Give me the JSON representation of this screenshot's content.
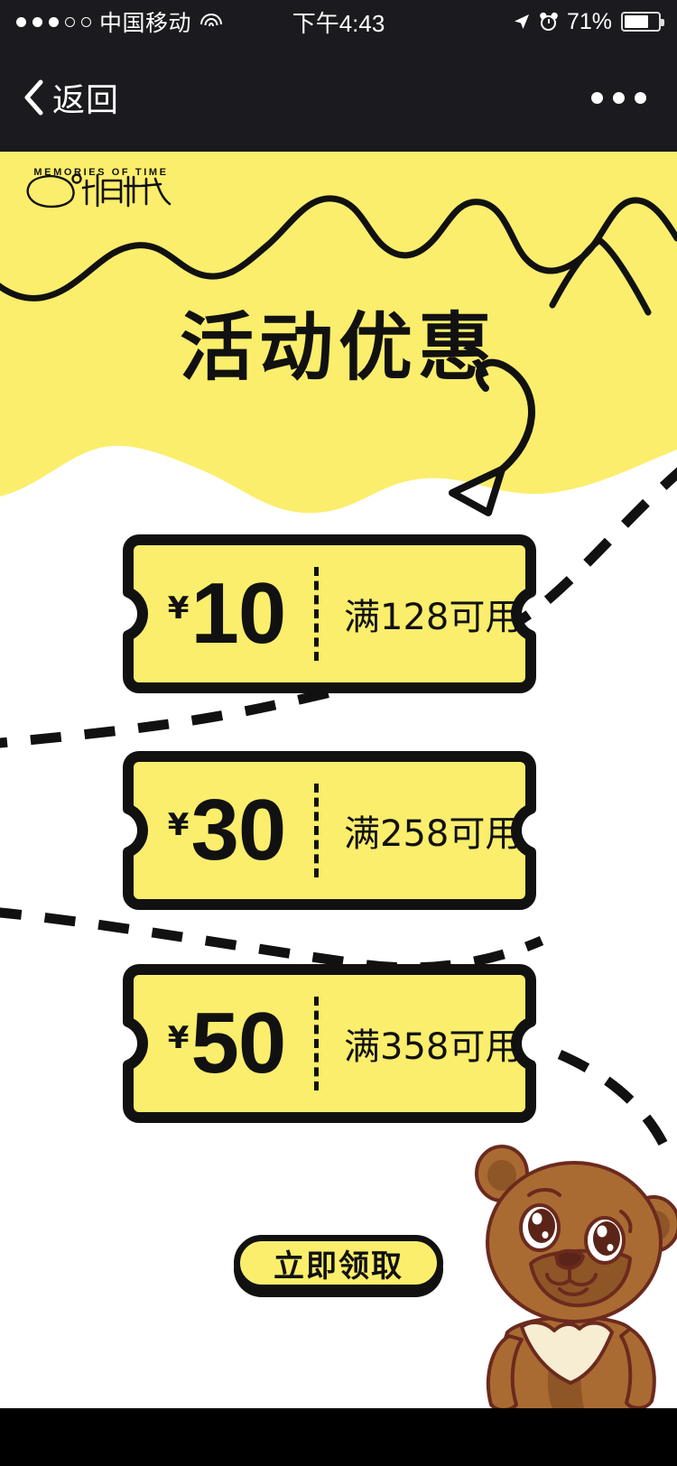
{
  "status_bar": {
    "signal_dots": [
      true,
      true,
      true,
      false,
      false
    ],
    "carrier": "中国移动",
    "wifi_icon": "wifi-icon",
    "time": "下午4:43",
    "location_icon": "location-arrow-icon",
    "alarm_icon": "alarm-clock-icon",
    "battery_percent": "71%",
    "battery_level": 71
  },
  "nav_bar": {
    "back_icon": "chevron-left-icon",
    "back_label": "返回",
    "more_icon": "more-horizontal-icon"
  },
  "hero": {
    "logo_text": "忆时光",
    "logo_tagline": "MEMORIES OF TIME",
    "title": "活动优惠",
    "background_color": "#FBEE6C"
  },
  "coupons": [
    {
      "currency": "¥",
      "amount": "10",
      "condition": "满128可用",
      "fill": "#FBEE6C"
    },
    {
      "currency": "¥",
      "amount": "30",
      "condition": "满258可用",
      "fill": "#FBEE6C"
    },
    {
      "currency": "¥",
      "amount": "50",
      "condition": "满358可用",
      "fill": "#FBEE6C"
    }
  ],
  "cta": {
    "label": "立即领取",
    "fill": "#FBEE6C",
    "border": "#111111"
  },
  "mascot": {
    "name": "bear-mascot",
    "body_color": "#A96B32",
    "shade_color": "#8E5526",
    "outline_color": "#6B2A1E",
    "chest_color": "#F6EDD2"
  },
  "colors": {
    "brand_yellow": "#FBEE6C",
    "ink": "#111111",
    "status_bar_bg": "#1B1B1F",
    "page_bg": "#FFFFFF"
  }
}
